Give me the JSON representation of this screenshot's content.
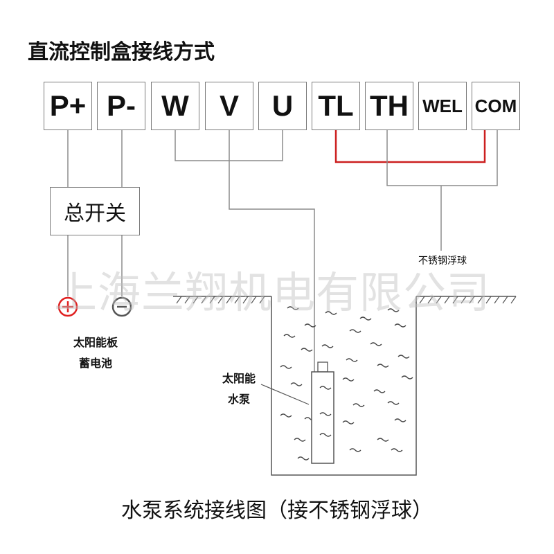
{
  "title": "直流控制盒接线方式",
  "terminals": [
    {
      "label": "P+"
    },
    {
      "label": "P-"
    },
    {
      "label": "W"
    },
    {
      "label": "V"
    },
    {
      "label": "U"
    },
    {
      "label": "TL"
    },
    {
      "label": "TH"
    },
    {
      "label": "WEL"
    },
    {
      "label": "COM"
    }
  ],
  "main_switch": "总开关",
  "watermark": "上海兰翔机电有限公司",
  "battery": {
    "plus_symbol": "+",
    "minus_symbol": "−",
    "line1": "太阳能板",
    "line2": "蓄电池"
  },
  "pump_label": {
    "line1": "太阳能",
    "line2": "水泵"
  },
  "float_switch_label": "不锈钢浮球",
  "caption": "水泵系统接线图（接不锈钢浮球）",
  "colors": {
    "red_wire": "#cc1f1f",
    "gray_wire": "#8c8c8c",
    "ground": "#555555",
    "plus_terminal": "#e02020"
  }
}
